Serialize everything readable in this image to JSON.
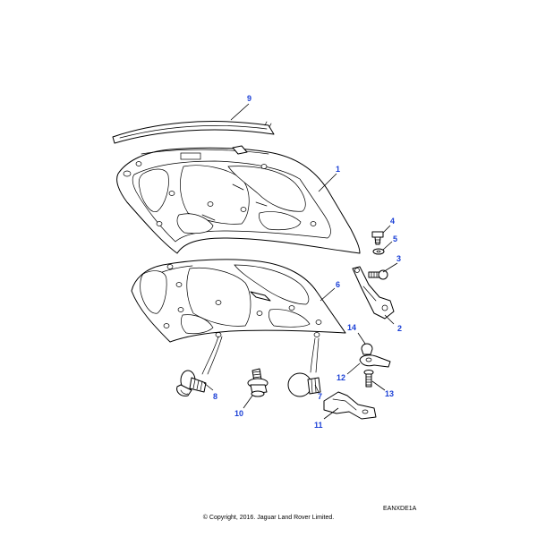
{
  "callouts": {
    "c1": "1",
    "c2": "2",
    "c3": "3",
    "c4": "4",
    "c5": "5",
    "c6": "6",
    "c7": "7",
    "c8": "8",
    "c9": "9",
    "c10": "10",
    "c11": "11",
    "c12": "12",
    "c13": "13",
    "c14": "14"
  },
  "reference_code": "EANXDE1A",
  "copyright": "© Copyright, 2016. Jaguar Land Rover Limited.",
  "colors": {
    "callout": "#1a3fd6",
    "line": "#000000",
    "background": "#ffffff"
  }
}
